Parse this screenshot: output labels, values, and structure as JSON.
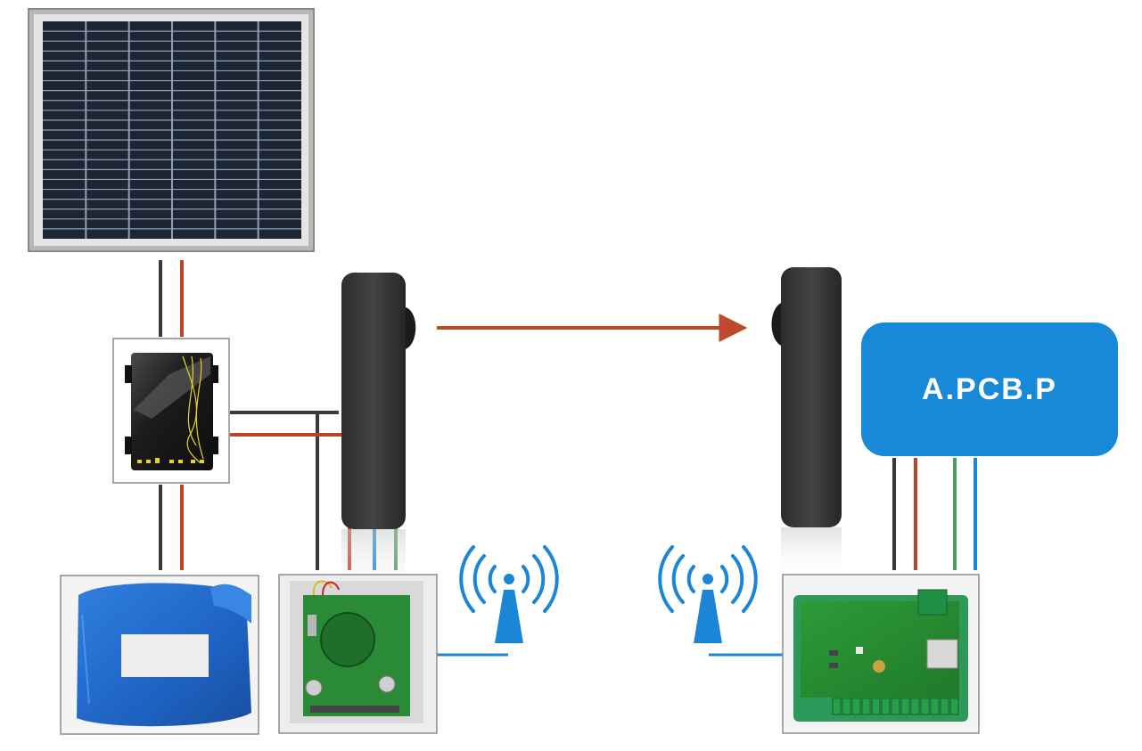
{
  "board_label": "A.PCB.P",
  "colors": {
    "wire_black": "#3a3a3a",
    "wire_red": "#b9442a",
    "wire_blue": "#1b86d6",
    "wire_green": "#4a9d5a",
    "label_box": "#1889d8",
    "label_text": "#ffffff",
    "arrow": "#bd4a2b",
    "wifi": "#1b86d6"
  },
  "components": [
    {
      "name": "solar-panel",
      "icon": "solar-panel-icon"
    },
    {
      "name": "charge-controller",
      "icon": "charge-controller-icon"
    },
    {
      "name": "battery-pack",
      "icon": "battery-icon"
    },
    {
      "name": "transmitter-sensor",
      "icon": "sensor-housing-icon"
    },
    {
      "name": "transmitter-board",
      "icon": "circuit-board-icon"
    },
    {
      "name": "receiver-sensor",
      "icon": "sensor-housing-icon"
    },
    {
      "name": "receiver-board",
      "icon": "circuit-board-icon"
    },
    {
      "name": "wireless-left",
      "icon": "wireless-antenna-icon"
    },
    {
      "name": "wireless-right",
      "icon": "wireless-antenna-icon"
    }
  ]
}
